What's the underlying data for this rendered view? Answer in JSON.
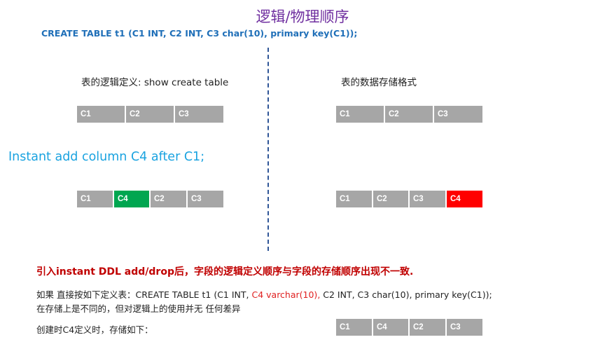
{
  "title": "逻辑/物理顺序",
  "create_sql": "CREATE TABLE t1 (C1 INT, C2 INT, C3 char(10), primary key(C1));",
  "logical_label": "表的逻辑定义: show create table",
  "physical_label": "表的数据存储格式",
  "instant_statement": "Instant add column C4 after C1;",
  "logical_before": [
    {
      "label": "C1",
      "color": "#a6a6a6"
    },
    {
      "label": "C2",
      "color": "#a6a6a6"
    },
    {
      "label": "C3",
      "color": "#a6a6a6"
    }
  ],
  "physical_before": [
    {
      "label": "C1",
      "color": "#a6a6a6"
    },
    {
      "label": "C2",
      "color": "#a6a6a6"
    },
    {
      "label": "C3",
      "color": "#a6a6a6"
    }
  ],
  "logical_after": [
    {
      "label": "C1",
      "color": "#a6a6a6"
    },
    {
      "label": "C4",
      "color": "#00a650"
    },
    {
      "label": "C2",
      "color": "#a6a6a6"
    },
    {
      "label": "C3",
      "color": "#a6a6a6"
    }
  ],
  "physical_after": [
    {
      "label": "C1",
      "color": "#a6a6a6"
    },
    {
      "label": "C2",
      "color": "#a6a6a6"
    },
    {
      "label": "C3",
      "color": "#a6a6a6"
    },
    {
      "label": "C4",
      "color": "#ff0000"
    }
  ],
  "red_note": "引入instant DDL add/drop后，字段的逻辑定义顺序与字段的存储顺序出现不一致.",
  "explain_line1": {
    "prefix": "如果 直接按如下定义表：CREATE TABLE t1 (C1 INT, ",
    "highlight": "C4 varchar(10),",
    "suffix": " C2 INT, C3 char(10), primary key(C1));"
  },
  "explain_line2": "在存储上是不同的，但对逻辑上的使用并无 任何差异",
  "create_note": "创建时C4定义时，存储如下：",
  "create_storage": [
    {
      "label": "C1",
      "color": "#a6a6a6"
    },
    {
      "label": "C4",
      "color": "#a6a6a6"
    },
    {
      "label": "C2",
      "color": "#a6a6a6"
    },
    {
      "label": "C3",
      "color": "#a6a6a6"
    }
  ]
}
